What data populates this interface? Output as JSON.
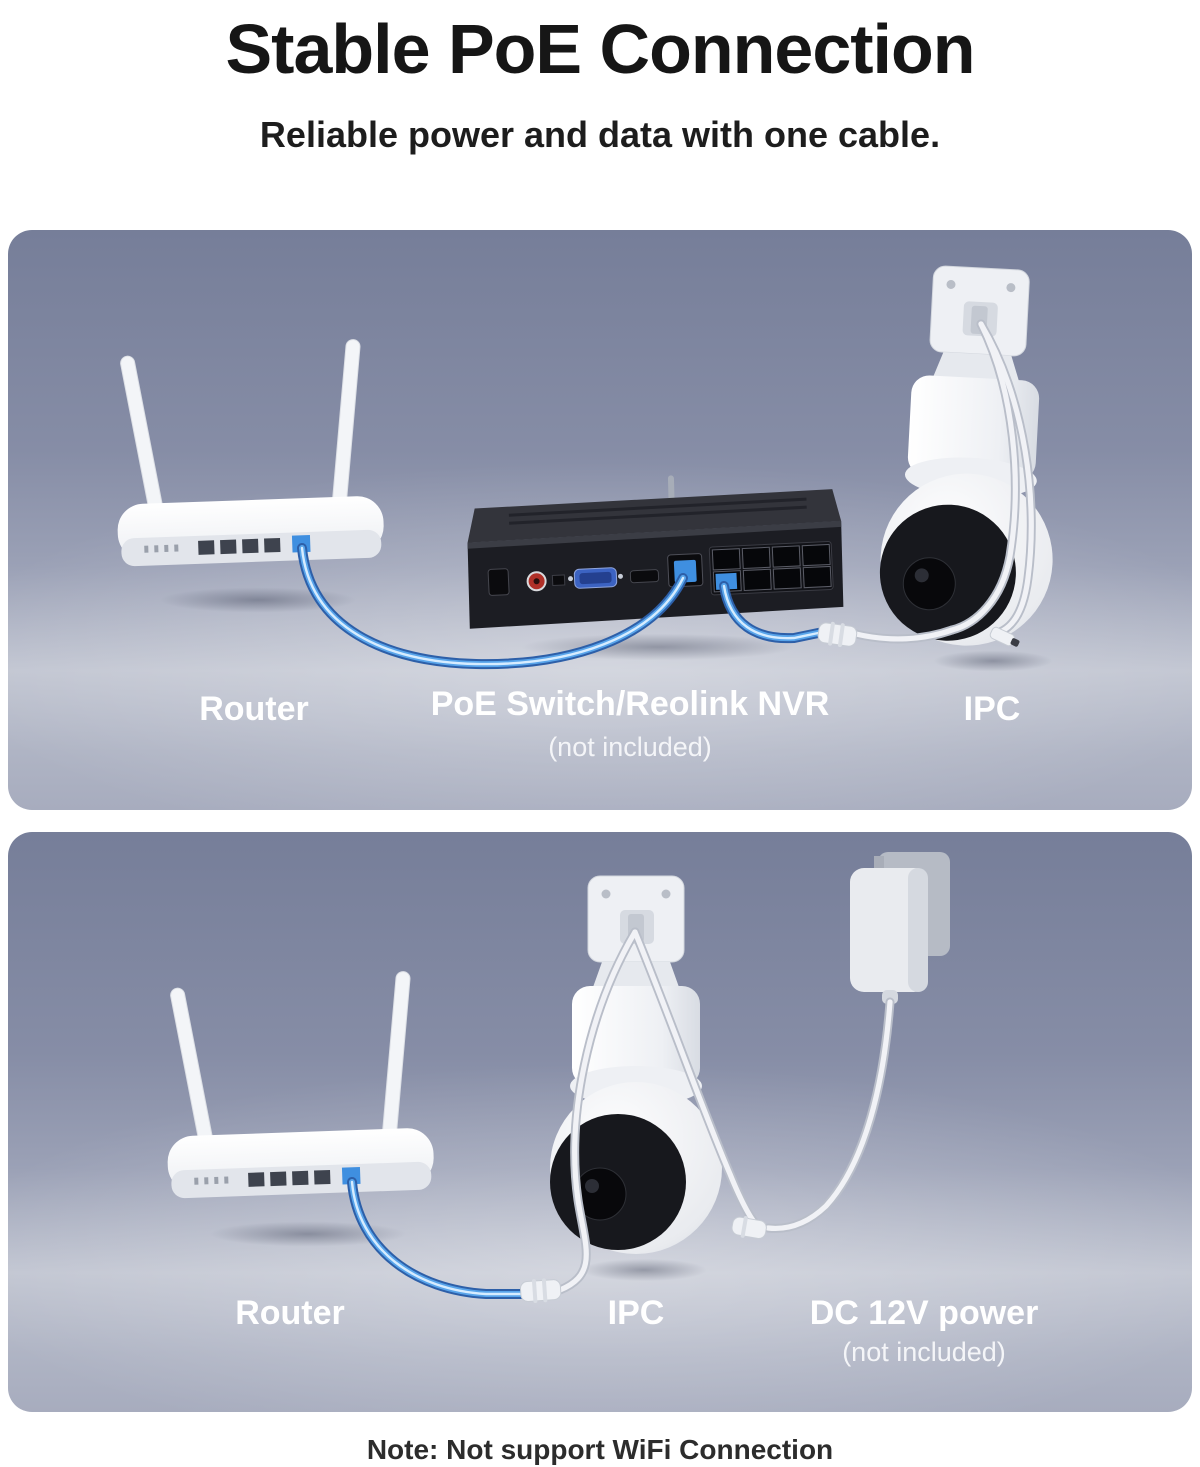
{
  "header": {
    "title": "Stable PoE Connection",
    "subtitle": "Reliable power and data with one cable."
  },
  "poe_scene": {
    "router_label": "Router",
    "switch_label": "PoE Switch/Reolink NVR",
    "switch_note": "(not included)",
    "camera_label": "IPC"
  },
  "dc_scene": {
    "router_label": "Router",
    "camera_label": "IPC",
    "power_label": "DC 12V power",
    "power_note": "(not included)"
  },
  "footer": {
    "note": "Note: Not support WiFi Connection"
  },
  "colors": {
    "title_text": "#161616",
    "scene_label_text": "#ffffff",
    "scene_bg_top": "#767e99",
    "scene_bg_bottom": "#a7acbe",
    "cable_blue": "#58a4ea",
    "cable_white": "#f1f2f6",
    "device_black": "#1c1d23",
    "device_white": "#f2f3f6"
  }
}
